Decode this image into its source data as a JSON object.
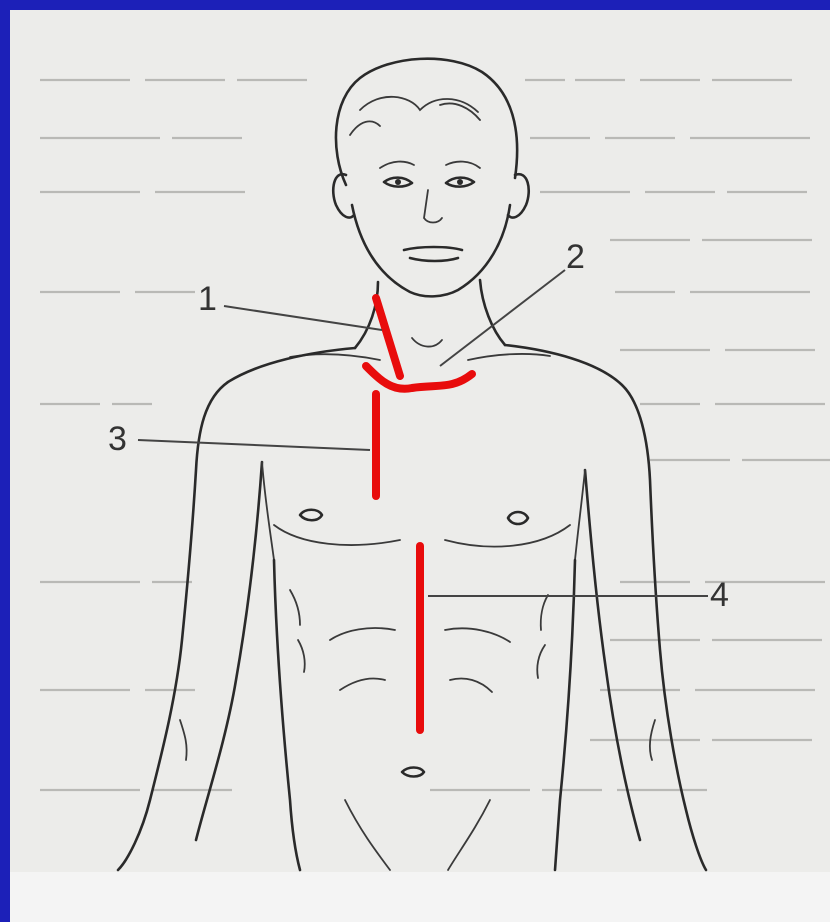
{
  "diagram": {
    "colors": {
      "frame": "#1c20b8",
      "paper": "#ececea",
      "outline": "#2a2a2a",
      "incision": "#e80c0c"
    },
    "labels": [
      {
        "id": "1",
        "text": "1"
      },
      {
        "id": "2",
        "text": "2"
      },
      {
        "id": "3",
        "text": "3"
      },
      {
        "id": "4",
        "text": "4"
      }
    ]
  }
}
